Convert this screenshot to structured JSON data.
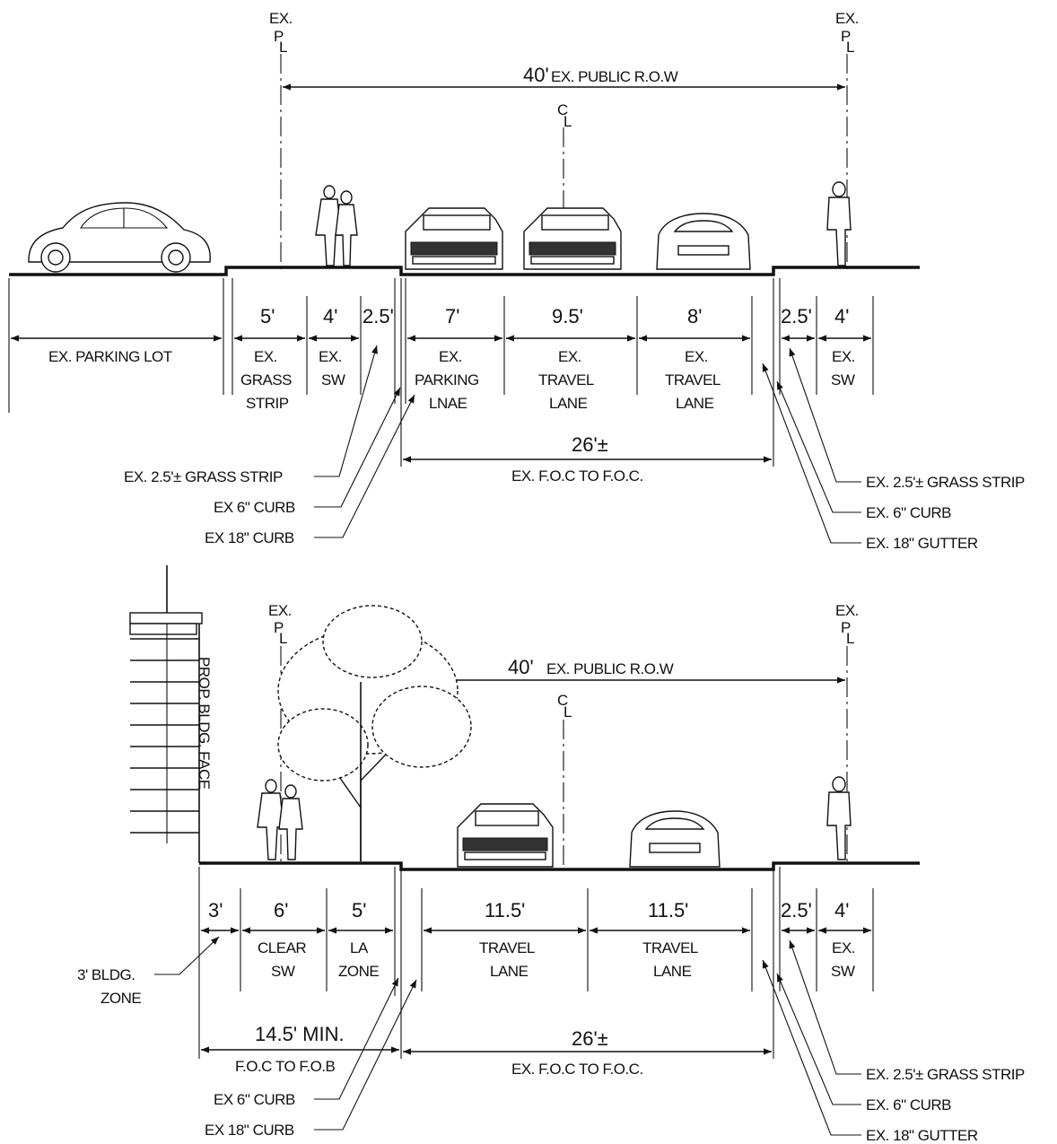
{
  "top_section": {
    "left_pl": "EX.",
    "right_pl": "EX.",
    "row_dim": "40'",
    "row_label": "EX. PUBLIC R.O.W",
    "zone_dims": [
      "5'",
      "4'",
      "2.5'",
      "7'",
      "9.5'",
      "8'",
      "2.5'",
      "4'"
    ],
    "parking_lot": "EX. PARKING LOT",
    "zone_labels": {
      "grass": [
        "EX.",
        "GRASS",
        "STRIP"
      ],
      "sw_left": [
        "EX.",
        "SW"
      ],
      "parking": [
        "EX.",
        "PARKING",
        "LNAE"
      ],
      "travel1": [
        "EX.",
        "TRAVEL",
        "LANE"
      ],
      "travel2": [
        "EX.",
        "TRAVEL",
        "LANE"
      ],
      "sw_right": [
        "EX.",
        "SW"
      ]
    },
    "foc_dim": "26'±",
    "foc_label": "EX. F.O.C TO F.O.C.",
    "callouts_left": [
      "EX. 2.5'± GRASS STRIP",
      "EX 6\" CURB",
      "EX 18\" CURB"
    ],
    "callouts_right": [
      "EX. 2.5'± GRASS STRIP",
      "EX. 6\" CURB",
      "EX. 18\" GUTTER"
    ]
  },
  "bottom_section": {
    "left_pl": "EX.",
    "right_pl": "EX.",
    "row_dim": "40'",
    "row_label": "EX. PUBLIC R.O.W",
    "building_label": "PROP. BLDG. FACE",
    "zone_dims": [
      "3'",
      "6'",
      "5'",
      "11.5'",
      "11.5'",
      "2.5'",
      "4'"
    ],
    "zone_labels": {
      "clear_sw": [
        "CLEAR",
        "SW"
      ],
      "la_zone": [
        "LA",
        "ZONE"
      ],
      "travel1": [
        "TRAVEL",
        "LANE"
      ],
      "travel2": [
        "TRAVEL",
        "LANE"
      ],
      "sw_right": [
        "EX.",
        "SW"
      ]
    },
    "bldg_zone": [
      "3' BLDG.",
      "ZONE"
    ],
    "fob_dim": "14.5' MIN.",
    "fob_label": "F.O.C TO F.O.B",
    "foc_dim": "26'±",
    "foc_label": "EX. F.O.C TO F.O.C.",
    "callouts_left": [
      "EX 6\" CURB",
      "EX 18\" CURB"
    ],
    "callouts_right": [
      "EX. 2.5'± GRASS STRIP",
      "EX. 6\" CURB",
      "EX. 18\" GUTTER"
    ]
  }
}
